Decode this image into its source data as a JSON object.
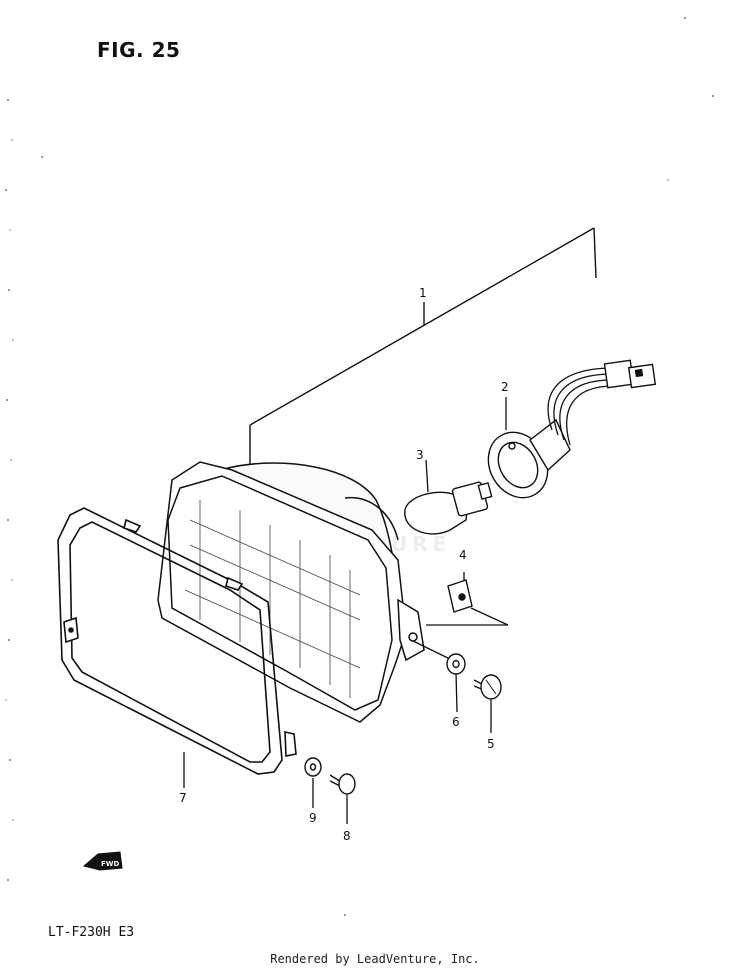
{
  "figure": {
    "title": "FIG. 25"
  },
  "model_code": "LT-F230H E3",
  "footer": "Rendered by LeadVenture, Inc.",
  "watermark": "LEADVENTURE",
  "fwd_label": "FWD",
  "callouts": [
    {
      "id": "1",
      "label": "1"
    },
    {
      "id": "2",
      "label": "2"
    },
    {
      "id": "3",
      "label": "3"
    },
    {
      "id": "4",
      "label": "4"
    },
    {
      "id": "5",
      "label": "5"
    },
    {
      "id": "6",
      "label": "6"
    },
    {
      "id": "7",
      "label": "7"
    },
    {
      "id": "8",
      "label": "8"
    },
    {
      "id": "9",
      "label": "9"
    }
  ]
}
